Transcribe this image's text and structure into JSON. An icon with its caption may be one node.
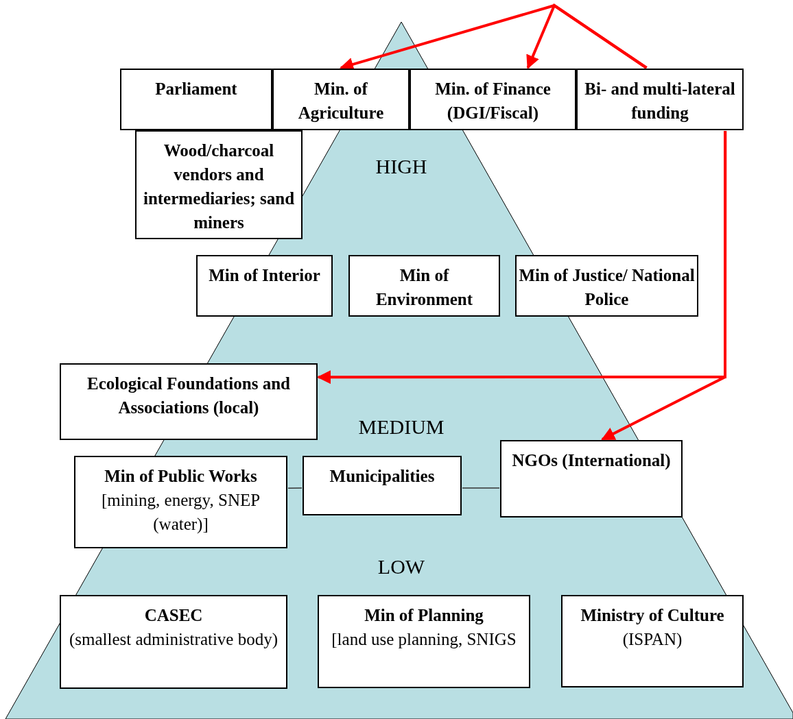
{
  "diagram": {
    "nodes": [
      {
        "text": [
          "Parliament"
        ]
      },
      {
        "text": [
          "Min. of Agriculture"
        ]
      },
      {
        "text": [
          "Min. of Finance (DGI/Fiscal)"
        ]
      },
      {
        "text": [
          "Bi- and multi-lateral funding"
        ]
      },
      {
        "text": [
          "Wood/charcoal vendors and intermediaries; sand miners"
        ]
      },
      {
        "text": [
          "Min of Interior"
        ]
      },
      {
        "text": [
          "Min of Environment"
        ]
      },
      {
        "text": [
          "Min of Justice/ National Police"
        ]
      },
      {
        "text": [
          "Ecological Foundations and Associations (local)"
        ]
      },
      {
        "text": [
          "Min of Public Works",
          "[mining, energy, SNEP (water)]"
        ]
      },
      {
        "text": [
          "Municipalities"
        ]
      },
      {
        "text": [
          "NGOs (International)"
        ]
      },
      {
        "text": [
          "CASEC",
          "(smallest administrative body)"
        ]
      },
      {
        "text": [
          "Min of Planning",
          "[land use planning, SNIGS"
        ]
      },
      {
        "text": [
          "Ministry of Culture",
          "(ISPAN)"
        ]
      }
    ],
    "edges": [
      {
        "from": 3,
        "to": 1,
        "arrow": "to"
      },
      {
        "from": 3,
        "to": 2,
        "arrow": "to"
      },
      {
        "from": 3,
        "to": 8,
        "arrow": "to"
      },
      {
        "from": 3,
        "to": 11,
        "arrow": "to"
      },
      {
        "from": 9,
        "to": 10,
        "arrow": "none",
        "color": "#333333"
      },
      {
        "from": 10,
        "to": 11,
        "arrow": "none",
        "color": "#333333"
      }
    ],
    "labels": [
      "HIGH",
      "MEDIUM",
      "LOW"
    ]
  }
}
